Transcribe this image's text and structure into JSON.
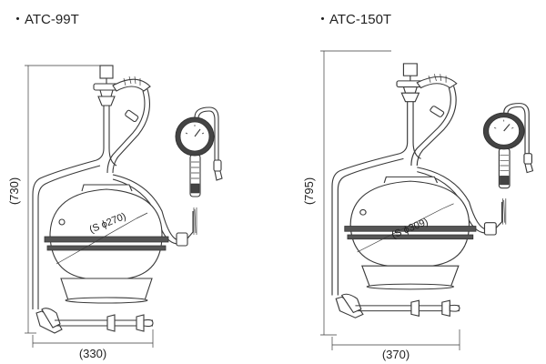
{
  "models": [
    {
      "title": "・ATC-99T",
      "height": "(730)",
      "width": "(330)",
      "sphere": "(S ϕ270)"
    },
    {
      "title": "・ATC-150T",
      "height": "(795)",
      "width": "(370)",
      "sphere": "(S ϕ309)"
    }
  ],
  "colors": {
    "line": "#3a3a3a",
    "band": "#555555",
    "text": "#222222"
  }
}
